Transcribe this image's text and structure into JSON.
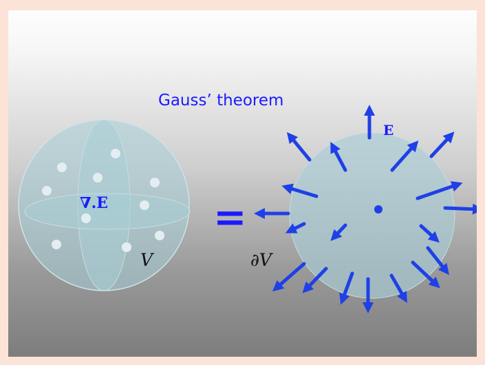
{
  "title": "Gauss’ theorem",
  "divergence_label": "∇.E",
  "volume_label": "V",
  "equals_sign": "=",
  "field_label": "E",
  "boundary_label": "∂V",
  "colors": {
    "accent_blue": "#1a1aff",
    "sphere_fill": "#a8cdd6",
    "arrow": "#1f40e6",
    "background_border": "#fbe3d7"
  },
  "icons": [
    "up-arrow-icon",
    "outward-arrow-icon",
    "inward-arrow-icon",
    "point-charge-icon"
  ]
}
